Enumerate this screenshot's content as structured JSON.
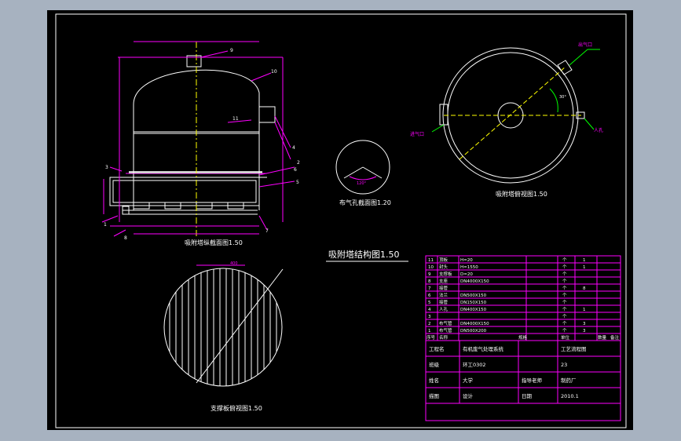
{
  "colors": {
    "background": "#a7b2c0",
    "canvas": "#000000",
    "outline": "#ffffff",
    "dimension": "#ff00ff",
    "centerline": "#ffff00",
    "accent_green": "#00ff00",
    "accent_cyan": "#00ffff"
  },
  "views": {
    "section_title": "吸附塔纵截面图1.50",
    "hole_title": "布气孔截面图1.20",
    "plan_title": "吸附塔俯视图1.50",
    "support_title": "支撑板俯视图1.50",
    "main_title": "吸附塔结构图1.50"
  },
  "section_numbers": [
    "1",
    "2",
    "3",
    "4",
    "5",
    "6",
    "7",
    "8",
    "9",
    "10",
    "11"
  ],
  "plan_labels": {
    "outlet": "出气口",
    "inlet": "进气口",
    "manhole": "人孔",
    "angle": "30°"
  },
  "hole_label": "120°",
  "support_label": "400",
  "bom": {
    "rows": [
      {
        "no": "11",
        "name": "顶板",
        "spec": "H=20",
        "unit": "个",
        "qty": "1",
        "note": ""
      },
      {
        "no": "10",
        "name": "封头",
        "spec": "H=1550",
        "unit": "个",
        "qty": "1",
        "note": ""
      },
      {
        "no": "9",
        "name": "支撑板",
        "spec": "D=20",
        "unit": "个",
        "qty": "",
        "note": ""
      },
      {
        "no": "8",
        "name": "支座",
        "spec": "DN4000X150",
        "unit": "个",
        "qty": "",
        "note": ""
      },
      {
        "no": "7",
        "name": "接管",
        "spec": "",
        "unit": "个",
        "qty": "8",
        "note": ""
      },
      {
        "no": "6",
        "name": "法兰",
        "spec": "DN500X150",
        "unit": "个",
        "qty": "",
        "note": ""
      },
      {
        "no": "5",
        "name": "接管",
        "spec": "DN150X150",
        "unit": "个",
        "qty": "",
        "note": ""
      },
      {
        "no": "4",
        "name": "人孔",
        "spec": "DN400X150",
        "unit": "个",
        "qty": "1",
        "note": ""
      },
      {
        "no": "3",
        "name": "",
        "spec": "",
        "unit": "个",
        "qty": "",
        "note": ""
      },
      {
        "no": "2",
        "name": "布气管",
        "spec": "DN4000X150",
        "unit": "个",
        "qty": "3",
        "note": ""
      },
      {
        "no": "1",
        "name": "布气管",
        "spec": "DN500X200",
        "unit": "个",
        "qty": "3",
        "note": ""
      }
    ],
    "header": {
      "no": "序号",
      "name": "名称",
      "spec": "规格",
      "unit": "单位",
      "qty": "数量",
      "note": "备注"
    },
    "title_block": {
      "project_label": "工程名",
      "project": "有机废气处理系统",
      "drawing_type": "工艺流程图",
      "class_label": "班级",
      "class": "环工0302",
      "student_no": "23",
      "name_label": "姓名",
      "school": "大学",
      "teacher": "指导老师",
      "factory": "制药厂",
      "drawn_label": "描图",
      "designer": "设计",
      "date_label": "日期",
      "date": "2010.1"
    }
  }
}
